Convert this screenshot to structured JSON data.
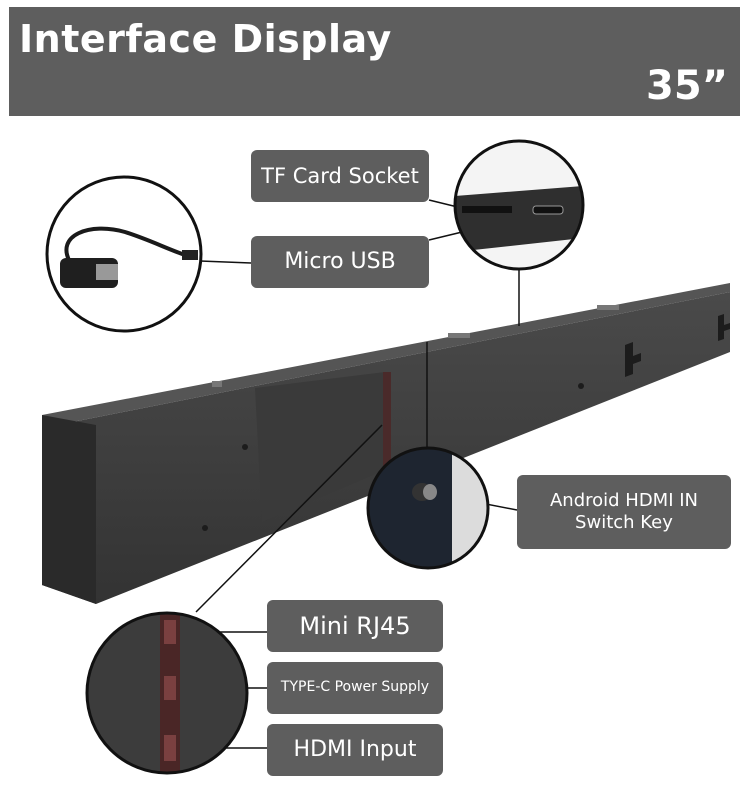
{
  "header": {
    "title": "Interface Display",
    "size": "35”"
  },
  "labels": {
    "tf_card": "TF Card Socket",
    "micro_usb": "Micro USB",
    "android_switch": "Android HDMI IN\nSwitch Key",
    "mini_rj45": "Mini RJ45",
    "type_c": "TYPE-C Power Supply",
    "hdmi_input": "HDMI Input"
  },
  "colors": {
    "header_bg": "#5e5e5e",
    "label_bg": "#5e5e5e",
    "device": "#3f3f3f",
    "text": "#ffffff"
  }
}
